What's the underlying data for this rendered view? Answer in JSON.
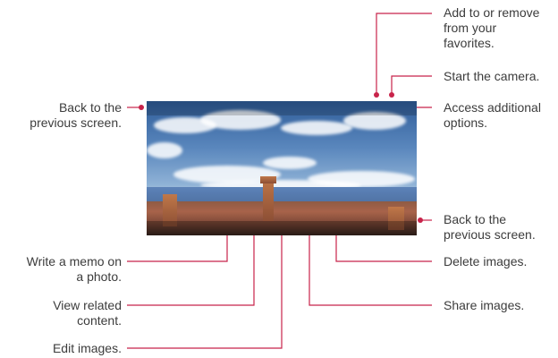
{
  "labels": {
    "favorites": "Add to or remove from your favorites.",
    "camera": "Start the camera.",
    "options": "Access additional options.",
    "back_top": "Back to the previous screen.",
    "back_bottom": "Back to the previous screen.",
    "delete": "Delete images.",
    "share": "Share images.",
    "memo": "Write a memo on a photo.",
    "related": "View related content.",
    "edit": "Edit images."
  },
  "label_lines": {
    "favorites": [
      "Add to or remove",
      "from your",
      "favorites."
    ],
    "camera": [
      "Start the camera."
    ],
    "options": [
      "Access additional",
      "options."
    ],
    "back_top": [
      "Back to the",
      "previous screen."
    ],
    "back_bottom": [
      "Back to the",
      "previous screen."
    ],
    "delete": [
      "Delete images."
    ],
    "share": [
      "Share images."
    ],
    "memo": [
      "Write a memo on",
      "a photo."
    ],
    "related": [
      "View related",
      "content."
    ],
    "edit": [
      "Edit images."
    ]
  },
  "colors": {
    "callout_line": "#c8234a",
    "label_text": "#3c3c3c"
  }
}
